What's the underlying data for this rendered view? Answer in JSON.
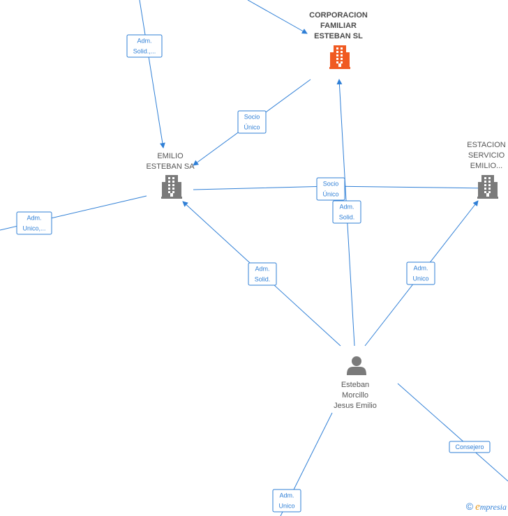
{
  "nodes": [
    {
      "id": "corp",
      "name": "corporacion-node",
      "type": "company",
      "highlight": true,
      "lines": [
        "CORPORACION",
        "FAMILIAR",
        "ESTEBAN  SL"
      ]
    },
    {
      "id": "emilio",
      "name": "emilio-esteban-node",
      "type": "company",
      "highlight": false,
      "lines": [
        "EMILIO",
        "ESTEBAN SA"
      ]
    },
    {
      "id": "estacion",
      "name": "estacion-servicio-node",
      "type": "company",
      "highlight": false,
      "lines": [
        "ESTACION",
        "SERVICIO",
        "EMILIO..."
      ]
    },
    {
      "id": "person",
      "name": "esteban-morcillo-node",
      "type": "person",
      "highlight": false,
      "lines": [
        "Esteban",
        "Morcillo",
        "Jesus Emilio"
      ]
    }
  ],
  "edges": [
    {
      "name": "edge-adm-solid-top",
      "lines": [
        "Adm.",
        "Solid.,..."
      ]
    },
    {
      "name": "edge-socio-unico-corp-emilio",
      "lines": [
        "Socio",
        "Único"
      ]
    },
    {
      "name": "edge-socio-unico-emilio-estacion",
      "lines": [
        "Socio",
        "Único"
      ]
    },
    {
      "name": "edge-adm-solid-person-corp",
      "lines": [
        "Adm.",
        "Solid."
      ]
    },
    {
      "name": "edge-adm-unico-left",
      "lines": [
        "Adm.",
        "Unico,..."
      ]
    },
    {
      "name": "edge-adm-solid-person-emilio",
      "lines": [
        "Adm.",
        "Solid."
      ]
    },
    {
      "name": "edge-adm-unico-person-estacion",
      "lines": [
        "Adm.",
        "Unico"
      ]
    },
    {
      "name": "edge-consejero",
      "lines": [
        "Consejero"
      ]
    },
    {
      "name": "edge-adm-unico-bottom",
      "lines": [
        "Adm.",
        "Unico"
      ]
    }
  ],
  "colors": {
    "edge": "#2f7fd6",
    "company": "#7a7a7a",
    "highlight": "#f05a22",
    "person": "#7a7a7a"
  },
  "footer": {
    "copyright": "©",
    "brand_initial": "e",
    "brand_rest": "mpresia"
  }
}
